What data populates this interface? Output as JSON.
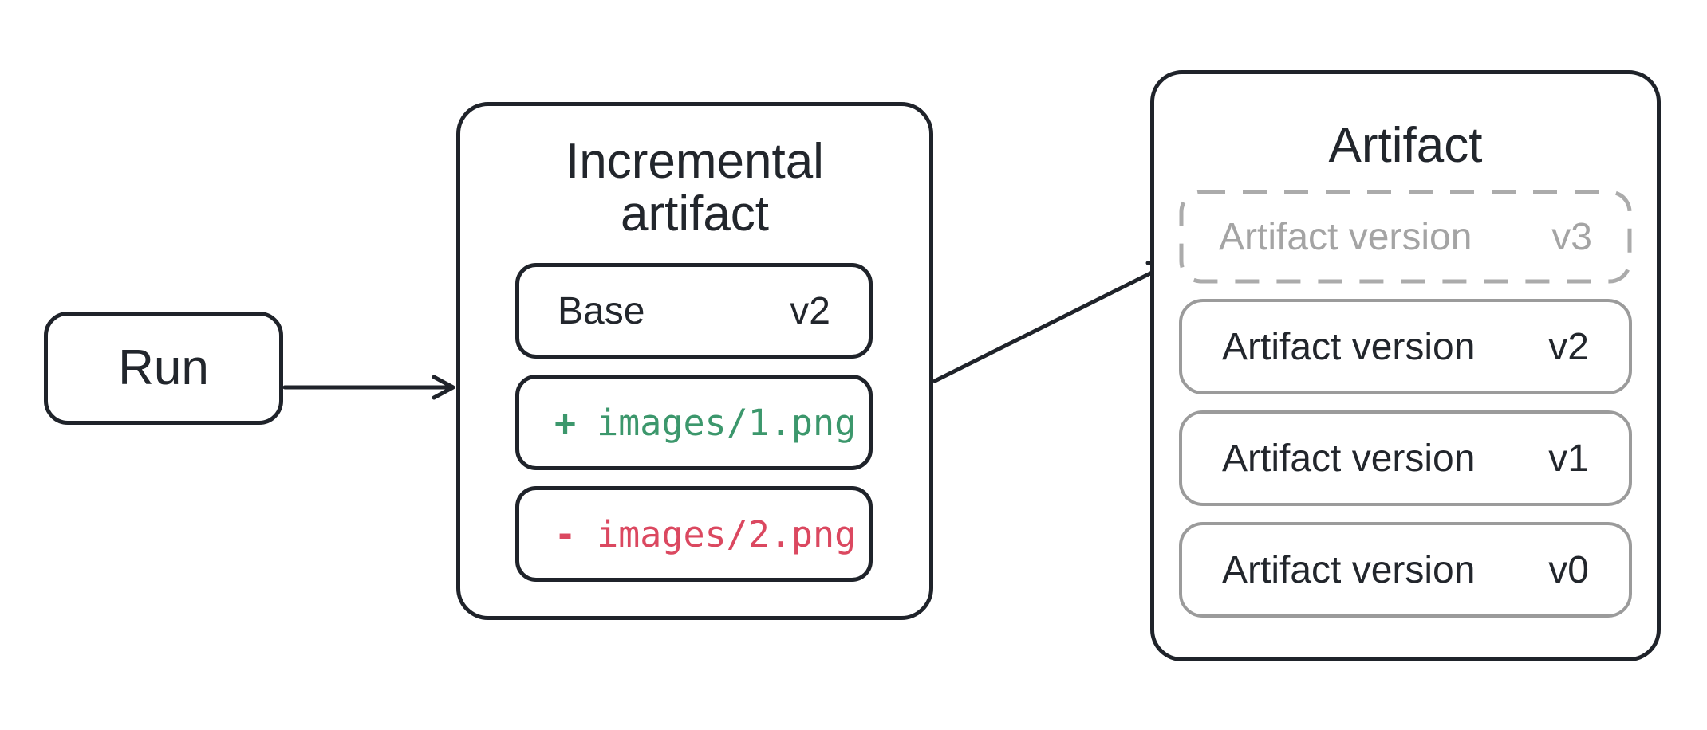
{
  "run": {
    "label": "Run"
  },
  "incremental": {
    "title_lines": [
      "Incremental",
      "artifact"
    ],
    "base_row": {
      "label": "Base",
      "version": "v2"
    },
    "diff_rows": [
      {
        "sign": "+",
        "path": "images/1.png",
        "kind": "added"
      },
      {
        "sign": "-",
        "path": "images/2.png",
        "kind": "removed"
      }
    ]
  },
  "artifact": {
    "title": "Artifact",
    "version_rows": [
      {
        "label": "Artifact version",
        "version": "v3",
        "state": "pending"
      },
      {
        "label": "Artifact version",
        "version": "v2",
        "state": "committed"
      },
      {
        "label": "Artifact version",
        "version": "v1",
        "state": "committed"
      },
      {
        "label": "Artifact version",
        "version": "v0",
        "state": "committed"
      }
    ]
  },
  "colors": {
    "stroke_dark": "#1f232a",
    "text_dark": "#22262c",
    "gray_border": "#9b9b9b",
    "gray_dashed": "#ababab",
    "gray_text": "#a4a4a4",
    "diff_added_green": "#3c976c",
    "diff_removed_red": "#db4860",
    "background": "#ffffff"
  }
}
